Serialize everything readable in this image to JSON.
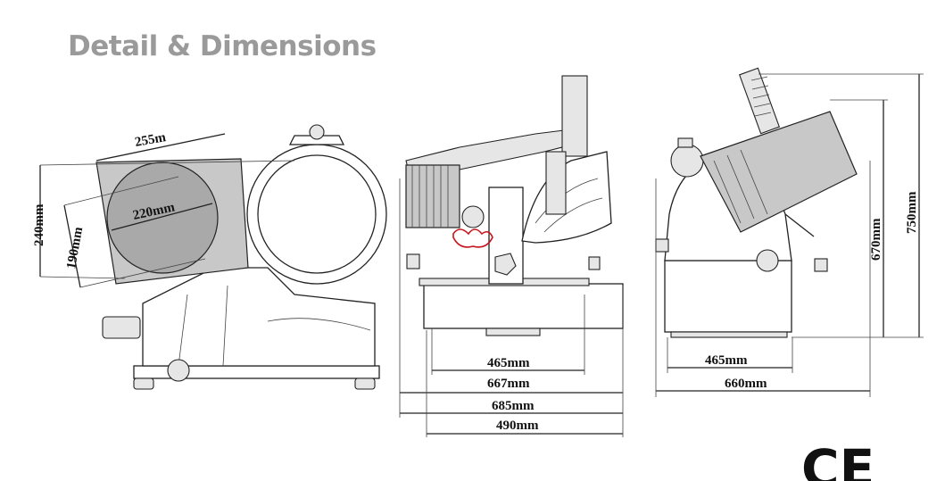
{
  "header": {
    "title": "Detail & Dimensions"
  },
  "views": {
    "front": {
      "dim_slant_width": "255m",
      "dim_blade": "220mm",
      "dim_height_outer": "240mm",
      "dim_height_inner": "190mm"
    },
    "side_left": {
      "dim_1": "465mm",
      "dim_2": "667mm",
      "dim_3": "685mm",
      "dim_4": "490mm"
    },
    "side_right": {
      "dim_1": "465mm",
      "dim_2": "660mm",
      "dim_height_1": "670mm",
      "dim_height_2": "750mm"
    }
  },
  "certification": {
    "mark": "CE"
  }
}
